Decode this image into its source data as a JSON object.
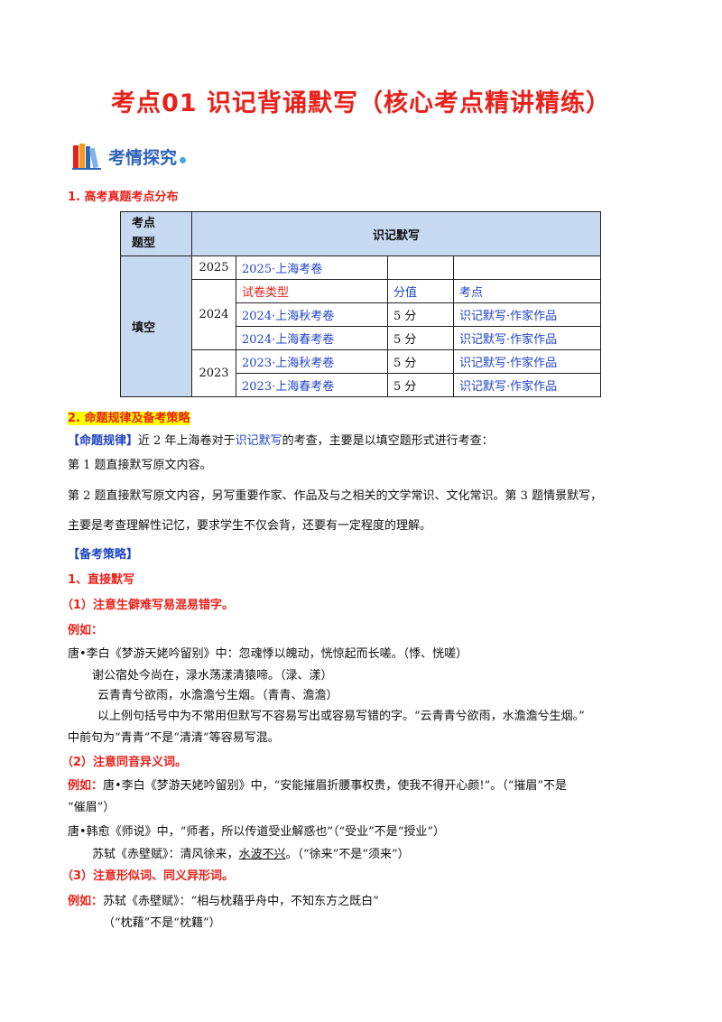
{
  "title": "考点01  识记背诵默写（核心考点精讲精练）",
  "banner": {
    "label": "考情探究",
    "icon": "books-icon"
  },
  "section1": "1.  高考真题考点分布",
  "table": {
    "corner_top": "考点",
    "corner_bottom": "题型",
    "header": "识记默写",
    "type": "填空",
    "y2025": "2025",
    "y2024": "2024",
    "y2023": "2023",
    "row1": {
      "paper": "2025·上海考卷",
      "score": "",
      "point": ""
    },
    "col_headers": {
      "paper": "试卷类型",
      "score": "分值",
      "point": "考点"
    },
    "row3": {
      "paper": "2024·上海秋考卷",
      "score": "5 分",
      "point": "识记默写·作家作品"
    },
    "row4": {
      "paper": "2024·上海春考卷",
      "score": "5 分",
      "point": "识记默写·作家作品"
    },
    "row5": {
      "paper": "2023·上海秋考卷",
      "score": "5 分",
      "point": "识记默写·作家作品"
    },
    "row6": {
      "paper": "2023·上海春考卷",
      "score": "5 分",
      "point": "识记默写·作家作品"
    }
  },
  "section2": "2.  命题规律及备考策略",
  "rule": {
    "label": "【命题规律】",
    "pre": "近 2 年上海卷对于",
    "link": "识记默写",
    "post": "的考查，主要是以填空题形式进行考查："
  },
  "p1": "第 1 题直接默写原文内容。",
  "p2": "第 2 题直接默写原文内容，另写重要作家、作品及与之相关的文学常识、文化常识。第 3 题情景默写，",
  "p3": "主要是考查理解性记忆，要求学生不仅会背，还要有一定程度的理解。",
  "strategy": "【备考策略】",
  "s1": "1、直接默写",
  "s1_1": "（1）注意生僻难写易混易错字。",
  "eg": "例如：",
  "l1": "唐•李白《梦游天姥吟留别》中：忽魂悸以魄动，恍惊起而长嗟。（悸、恍嗟）",
  "l2": "谢公宿处今尚在，渌水荡漾清猿啼。（渌、漾）",
  "l3": "云青青兮欲雨，水澹澹兮生烟。（青青、澹澹）",
  "l4": "以上例句括号中为不常用但默写不容易写出或容易写错的字。“云青青兮欲雨，水澹澹兮生烟。”",
  "l5": "中前句为“青青”不是“清清”等容易写混。",
  "s1_2": "（2）注意同音异义词。",
  "l6_label": "例如：",
  "l6": "唐•李白《梦游天姥吟留别》中，“安能摧眉折腰事权贵，使我不得开心颜!”。（“摧眉”不是",
  "l7": "“催眉”）",
  "l8": "唐•韩愈《师说》中，“师者，所以传道受业解惑也”（“受业”不是“授业”）",
  "l9_pre": "苏轼《赤壁赋》：清风徐来，",
  "l9_u": "水波不兴",
  "l9_post": "。（“徐来”不是“须来”）",
  "s1_3": "（3）注意形似词、同义异形词。",
  "l10_label": "例如：",
  "l10": "苏轼《赤壁赋》：“相与枕藉乎舟中，不知东方之既白”",
  "l11": "（“枕藉”不是“枕籍”）"
}
